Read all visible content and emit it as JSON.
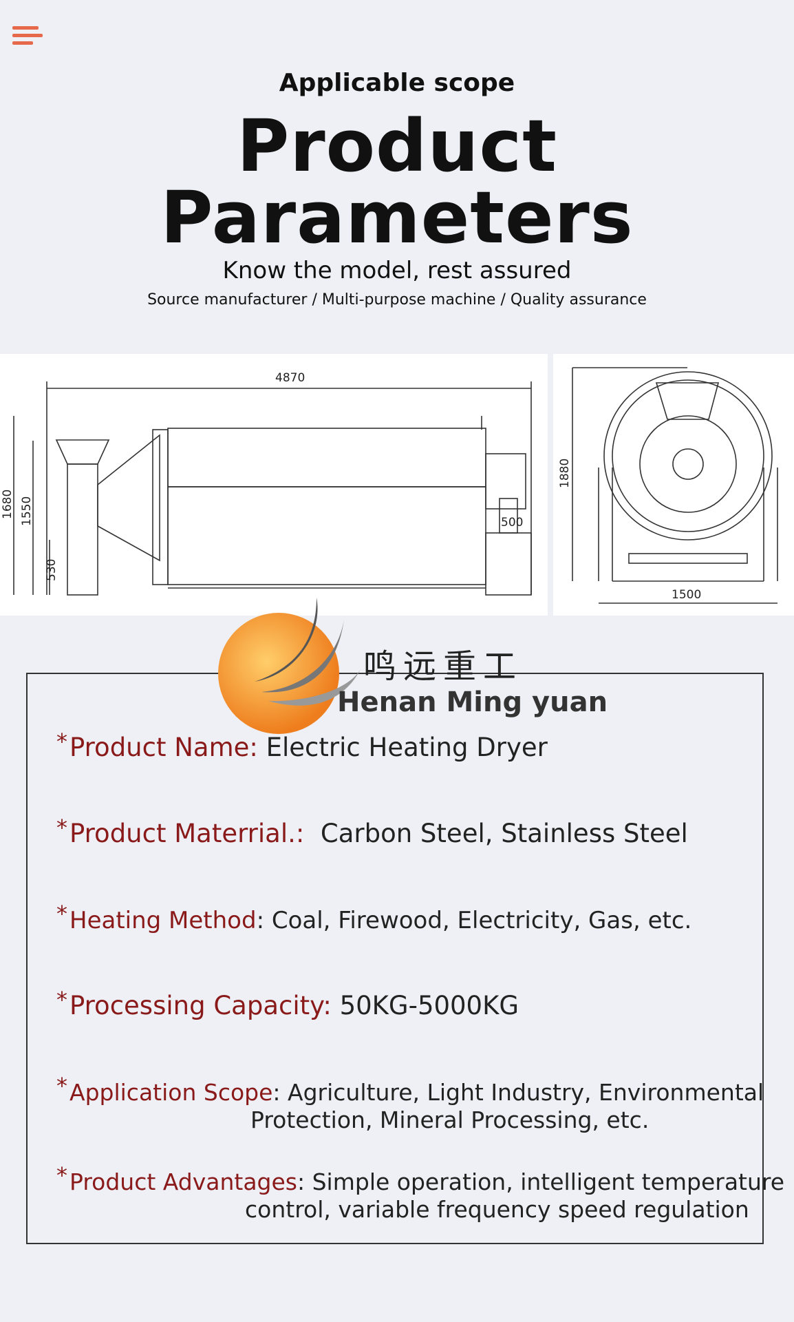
{
  "header": {
    "scope": "Applicable scope",
    "title_line1": "Product",
    "title_line2": "Parameters",
    "tagline": "Know the model, rest assured",
    "subline": "Source manufacturer / Multi-purpose machine / Quality assurance"
  },
  "drawing": {
    "length": "4870",
    "height_outer": "1680",
    "height_inner": "1550",
    "height_low": "530",
    "outlet_label": "500",
    "side_height": "1880",
    "side_width": "1500"
  },
  "brand": {
    "name_cn": "鸣远重工",
    "name_en": "Henan Ming yuan",
    "colors": {
      "orange": "#f29a2e",
      "wing": "#555555"
    }
  },
  "params": {
    "colors": {
      "label": "#8a1a1a",
      "border": "#333333"
    },
    "items": [
      {
        "star": "*",
        "label": "Product Name:",
        "value": "Electric Heating Dryer",
        "cont": ""
      },
      {
        "star": "*",
        "label": "Product Materrial.:",
        "value": "  Carbon Steel, Stainless Steel",
        "cont": ""
      },
      {
        "star": "*",
        "label": "Heating Method",
        "value": ": Coal, Firewood, Electricity, Gas, etc.",
        "cont": ""
      },
      {
        "star": "*",
        "label": "Processing Capacity:",
        "value": " 50KG-5000KG",
        "cont": ""
      },
      {
        "star": "*",
        "label": "Application Scope",
        "value": ": Agriculture, Light Industry, Environmental",
        "cont": "Protection, Mineral Processing, etc."
      },
      {
        "star": "*",
        "label": "Product Advantages",
        "value": ": Simple operation, intelligent temperature",
        "cont": "control, variable frequency speed regulation"
      }
    ]
  }
}
